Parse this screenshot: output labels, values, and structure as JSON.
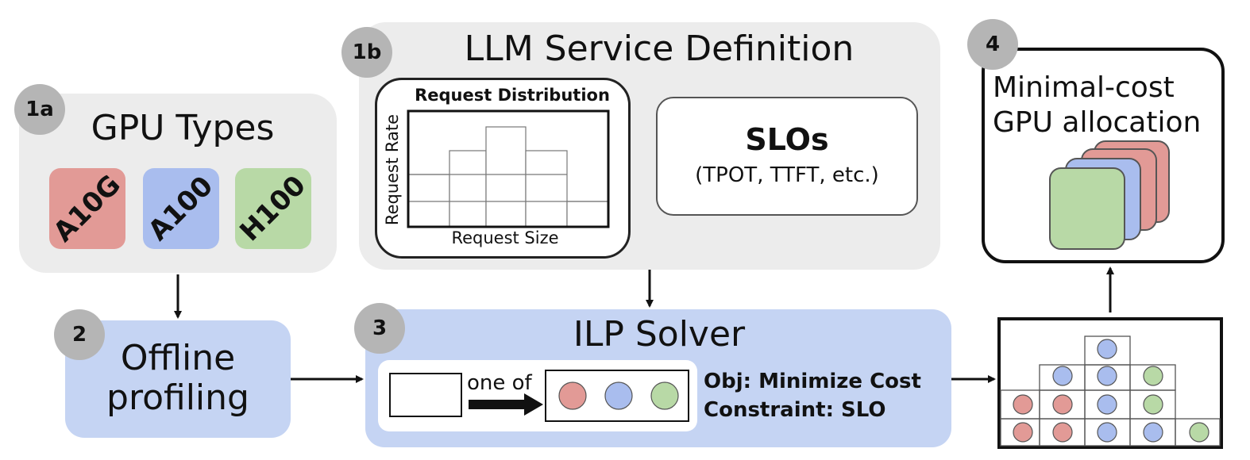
{
  "step_1a": {
    "badge": "1a",
    "title": "GPU Types",
    "gpus": [
      {
        "label": "A10G",
        "color": "#e29a96"
      },
      {
        "label": "A100",
        "color": "#a9bdee"
      },
      {
        "label": "H100",
        "color": "#b8d9a6"
      }
    ]
  },
  "step_1b": {
    "badge": "1b",
    "title": "LLM Service Definition",
    "request_distribution": {
      "title": "Request Distribution",
      "ylabel": "Request Rate",
      "xlabel": "Request Size"
    },
    "slos": {
      "title": "SLOs",
      "subtitle": "(TPOT, TTFT, etc.)"
    }
  },
  "step_2": {
    "badge": "2",
    "title_line1": "Offline",
    "title_line2": "profiling"
  },
  "step_3": {
    "badge": "3",
    "title": "ILP Solver",
    "one_of": "one of",
    "objective": "Obj: Minimize Cost",
    "constraint": "Constraint: SLO"
  },
  "step_4": {
    "badge": "4",
    "title_line1": "Minimal-cost",
    "title_line2": "GPU allocation"
  },
  "colors": {
    "panel_gray": "#ececec",
    "panel_blue": "#c5d4f3",
    "badge": "#b5b5b5",
    "red": "#e29a96",
    "blue": "#a9bdee",
    "green": "#b8d9a6"
  }
}
